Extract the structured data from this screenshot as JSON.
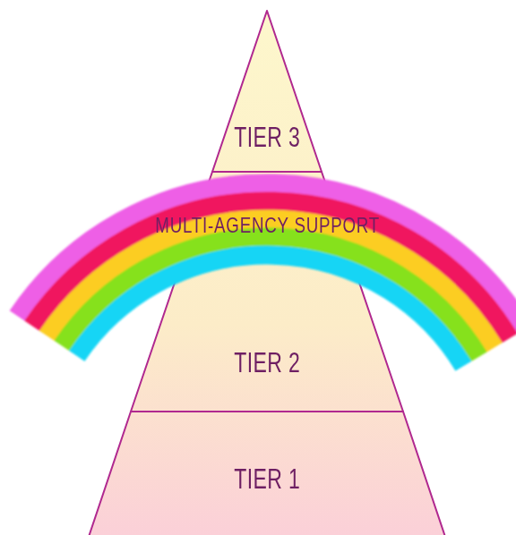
{
  "diagram": {
    "nodes": [
      {
        "text": [
          "TIER 3"
        ]
      },
      {
        "text": [
          "MULTI-AGENCY SUPPORT"
        ]
      },
      {
        "text": [
          "TIER 2"
        ]
      },
      {
        "text": [
          "TIER 1"
        ]
      }
    ]
  }
}
